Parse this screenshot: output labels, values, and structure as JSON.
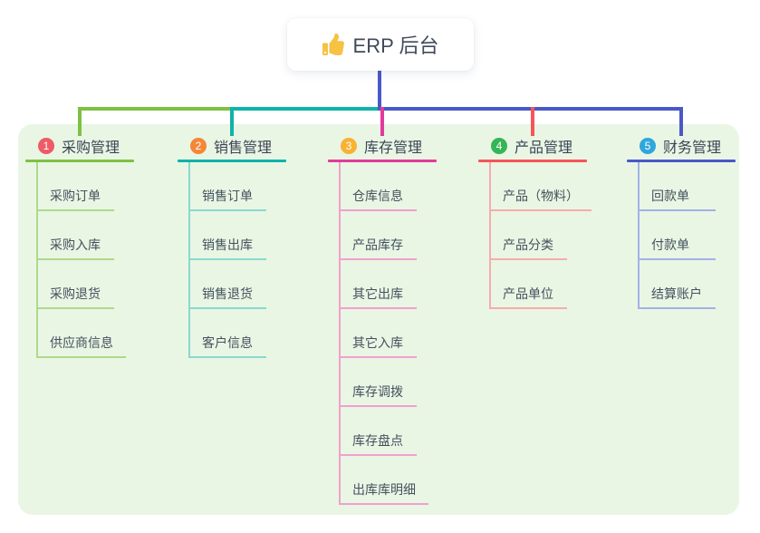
{
  "root": {
    "label": "ERP 后台",
    "icon": "thumbs-up-icon",
    "icon_color": "#f6c244",
    "line_color": "#4a58c8"
  },
  "panel": {
    "background": "#e9f6e4"
  },
  "branches": [
    {
      "index": "1",
      "label": "采购管理",
      "badge_color": "#ee5b66",
      "line_color": "#7cc144",
      "child_line_color": "#aed98a",
      "children": [
        "采购订单",
        "采购入库",
        "采购退货",
        "供应商信息"
      ]
    },
    {
      "index": "2",
      "label": "销售管理",
      "badge_color": "#f58738",
      "line_color": "#0fb3a8",
      "child_line_color": "#8ad8cf",
      "children": [
        "销售订单",
        "销售出库",
        "销售退货",
        "客户信息"
      ]
    },
    {
      "index": "3",
      "label": "库存管理",
      "badge_color": "#f9b234",
      "line_color": "#e23a9c",
      "child_line_color": "#f2a0cd",
      "children": [
        "仓库信息",
        "产品库存",
        "其它出库",
        "其它入库",
        "库存调拨",
        "库存盘点",
        "出库库明细"
      ]
    },
    {
      "index": "4",
      "label": "产品管理",
      "badge_color": "#35b558",
      "line_color": "#f6555a",
      "child_line_color": "#f9abad",
      "children": [
        "产品（物料）",
        "产品分类",
        "产品单位"
      ]
    },
    {
      "index": "5",
      "label": "财务管理",
      "badge_color": "#2fa7dc",
      "line_color": "#4a58c8",
      "child_line_color": "#a3b2e6",
      "children": [
        "回款单",
        "付款单",
        "结算账户"
      ]
    }
  ]
}
